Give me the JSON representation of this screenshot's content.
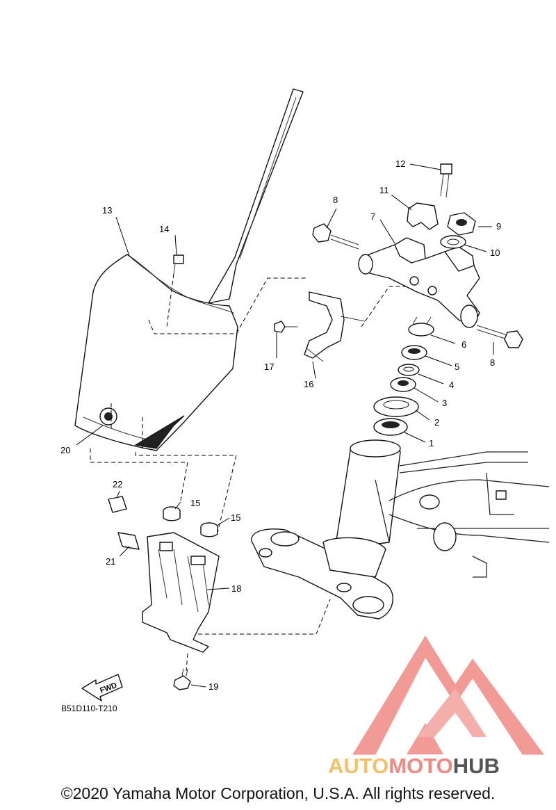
{
  "diagram": {
    "code": "B51D110-T210",
    "fwd_label": "FWD",
    "callouts": {
      "p1": "1",
      "p2": "2",
      "p3": "3",
      "p4": "4",
      "p5": "5",
      "p6": "6",
      "p7": "7",
      "p8a": "8",
      "p8b": "8",
      "p9": "9",
      "p10": "10",
      "p11": "11",
      "p12": "12",
      "p13": "13",
      "p14": "14",
      "p15a": "15",
      "p15b": "15",
      "p16": "16",
      "p17": "17",
      "p18": "18",
      "p19": "19",
      "p20": "20",
      "p21": "21",
      "p22": "22"
    }
  },
  "watermark": {
    "part1": "AUTO",
    "part2": "MOTO",
    "part3": "HUB",
    "color_logo": "#f08a84",
    "color_text1": "#f2c26a",
    "color_text3": "#555555"
  },
  "footer": {
    "copyright": "©2020 Yamaha Motor Corporation, U.S.A. All rights reserved."
  }
}
